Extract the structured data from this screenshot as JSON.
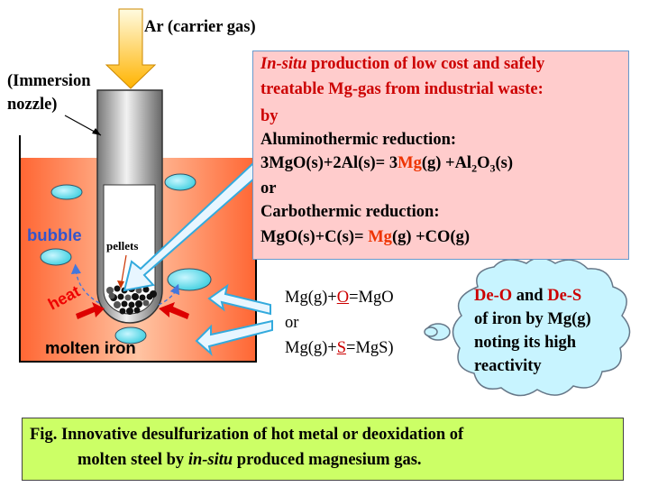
{
  "labels": {
    "ar_carrier": "Ar (carrier gas)",
    "immersion_line1": "(Immersion",
    "immersion_line2": "nozzle)",
    "bubble": "bubble",
    "pellets": "pellets",
    "heat": "heat",
    "molten_iron": "molten iron"
  },
  "info_box": {
    "title_italic": "In-situ",
    "title_rest": " production of low cost and safely",
    "title_line2": "treatable Mg-gas from industrial waste:",
    "by": "by",
    "alumino_heading": "Aluminothermic reduction:",
    "alumino_eq_part1": "3MgO(s)+2Al(s)= 3",
    "alumino_eq_mg": "Mg",
    "alumino_eq_part2": "(g) +Al",
    "alumino_sub2": "2",
    "alumino_o": "O",
    "alumino_sub3": "3",
    "alumino_end": "(s)",
    "or": "or",
    "carbo_heading": " Carbothermic reduction:",
    "carbo_eq_part1": "MgO(s)+C(s)= ",
    "carbo_eq_mg": "Mg",
    "carbo_eq_part2": "(g) +CO(g)"
  },
  "reactions": {
    "line1_a": "Mg(g)+",
    "line1_o": "O",
    "line1_b": "=MgO",
    "or": "or",
    "line3_a": "Mg(g)+",
    "line3_s": "S",
    "line3_b": "=MgS)"
  },
  "thought_bubble": {
    "deo": "De-O",
    "and": " and ",
    "des": "De-S",
    "line2": "of iron by Mg(g)",
    "line3": "noting its high",
    "line4": "reactivity"
  },
  "caption": {
    "line1": "Fig.  Innovative desulfurization of hot metal or deoxidation of",
    "line2_a": "molten steel by ",
    "line2_italic": "in-situ",
    "line2_b": " produced magnesium gas."
  },
  "colors": {
    "melt": "#ff6633",
    "melt_light": "#ffb38a",
    "info_box_bg": "#ffcccc",
    "caption_bg": "#ccff66",
    "bubble_fill": "#66e0f0",
    "accent_red": "#cc0000",
    "bubble_text": "#3355cc"
  }
}
